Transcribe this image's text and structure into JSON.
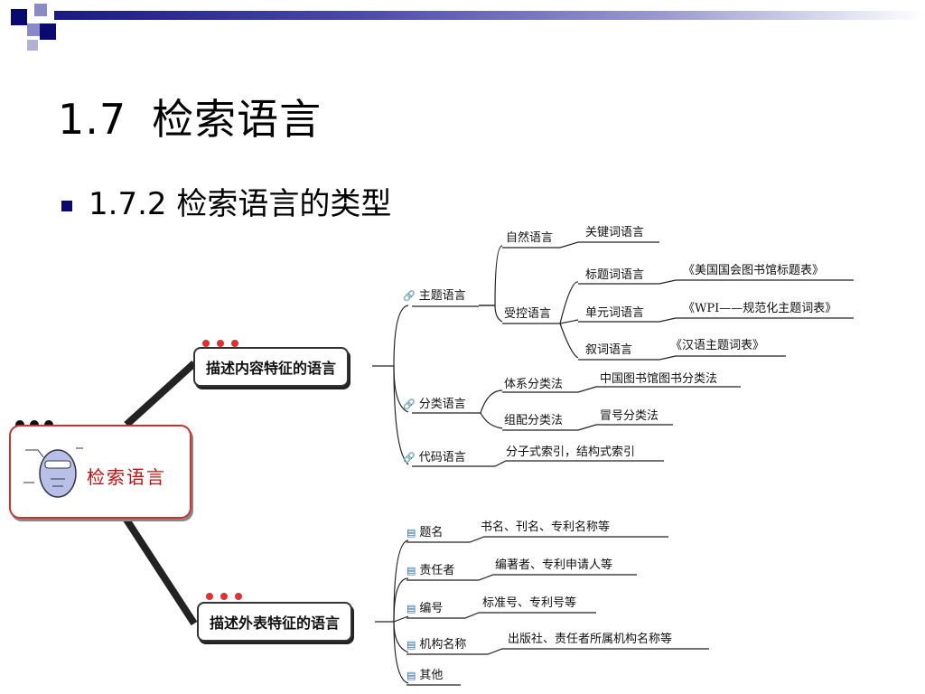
{
  "slide": {
    "title_number": "1.7",
    "title_text": "检索语言",
    "subtitle": "1.7.2 检索语言的类型"
  },
  "mindmap": {
    "root": "检索语言",
    "branch_content": {
      "label": "描述内容特征的语言",
      "subject": {
        "label": "主题语言",
        "natural": {
          "label": "自然语言",
          "child": "关键词语言"
        },
        "controlled": {
          "label": "受控语言",
          "children": [
            {
              "label": "标题词语言",
              "example": "《美国国会图书馆标题表》"
            },
            {
              "label": "单元词语言",
              "example": "《WPI——规范化主题词表》"
            },
            {
              "label": "叙词语言",
              "example": "《汉语主题词表》"
            }
          ]
        }
      },
      "classification": {
        "label": "分类语言",
        "children": [
          {
            "label": "体系分类法",
            "example": "中国图书馆图书分类法"
          },
          {
            "label": "组配分类法",
            "example": "冒号分类法"
          }
        ]
      },
      "code": {
        "label": "代码语言",
        "example": "分子式索引，结构式索引"
      }
    },
    "branch_external": {
      "label": "描述外表特征的语言",
      "items": [
        {
          "label": "题名",
          "example": "书名、刊名、专利名称等"
        },
        {
          "label": "责任者",
          "example": "编著者、专利申请人等"
        },
        {
          "label": "编号",
          "example": "标准号、专利号等"
        },
        {
          "label": "机构名称",
          "example": "出版社、责任者所属机构名称等"
        },
        {
          "label": "其他",
          "example": ""
        }
      ]
    }
  },
  "colors": {
    "bar_dark": "#1a1a80",
    "root_border": "#d03030",
    "root_text": "#c01010",
    "dots": "#e03030"
  },
  "icons": {
    "subject": "link-icon",
    "classification": "link-icon",
    "code": "link-icon",
    "book": "book-icon",
    "head": "head-icon"
  }
}
